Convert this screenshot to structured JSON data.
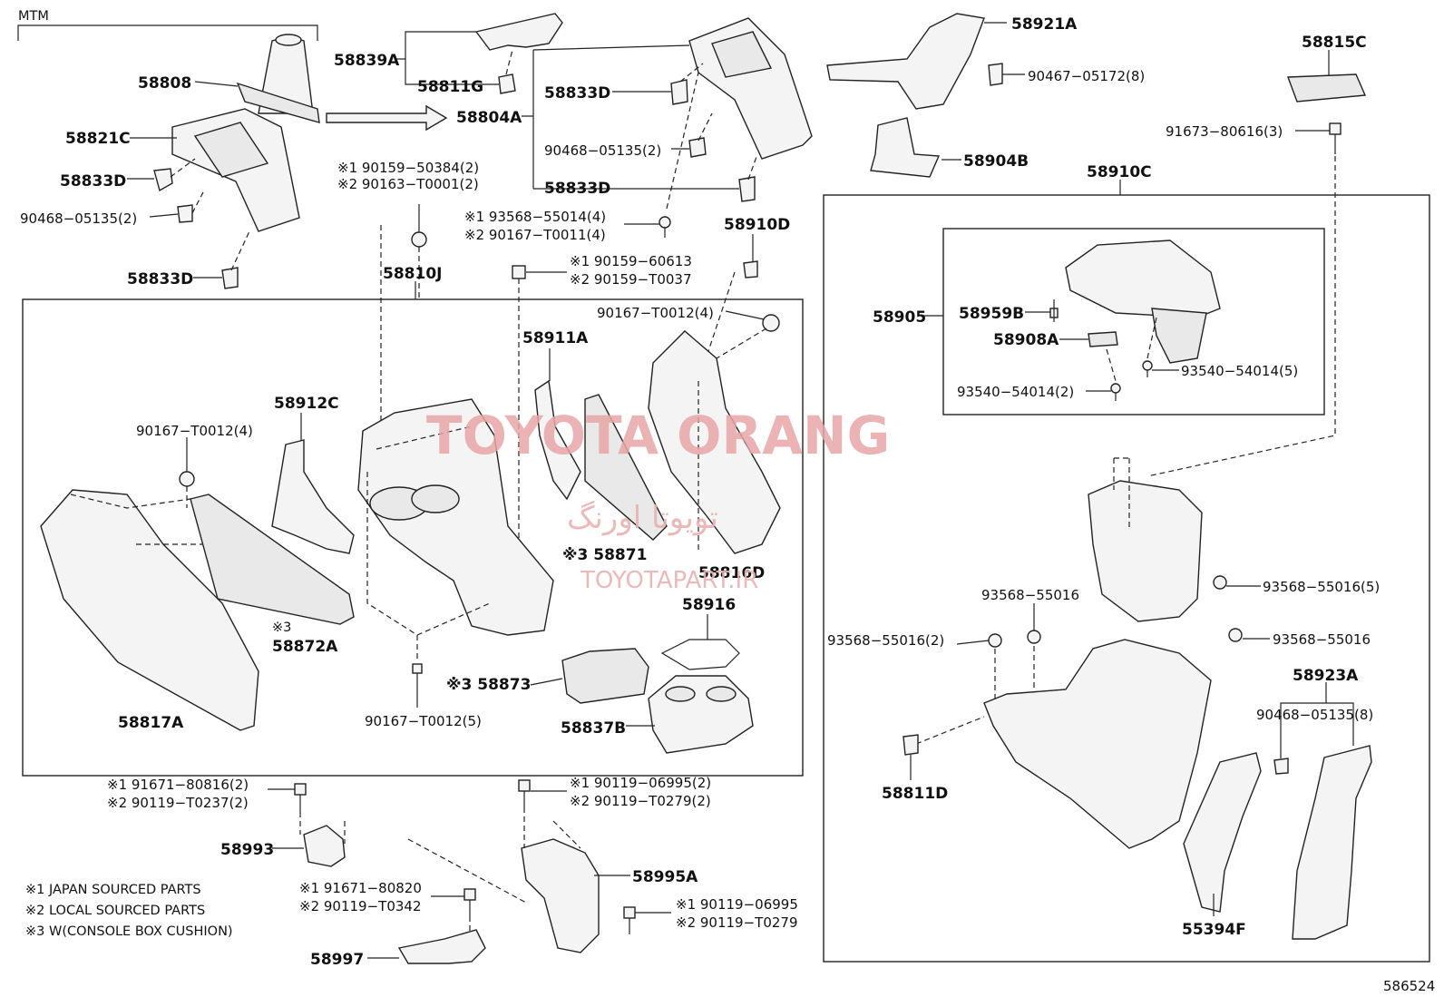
{
  "header": {
    "model": "MTM",
    "figure_code": "586524"
  },
  "watermark": {
    "main": "TOYOTA ORANG",
    "persian": "تویوتا اورنگ",
    "site": "TOYOTAPART.IR"
  },
  "notes": [
    "※1 JAPAN SOURCED PARTS",
    "※2 LOCAL SOURCED PARTS",
    "※3 W(CONSOLE BOX CUSHION)"
  ],
  "labels": {
    "p58808": "58808",
    "p58821C": "58821C",
    "p58833D_a": "58833D",
    "p90468_a": "90468−05135(2)",
    "p58833D_b": "58833D",
    "p58839A": "58839A",
    "p58811G": "58811G",
    "p58804A": "58804A",
    "p58833D_c": "58833D",
    "p90468_b": "90468−05135(2)",
    "p58833D_d": "58833D",
    "p58921A": "58921A",
    "p90467": "90467−05172(8)",
    "p58904B": "58904B",
    "p58815C": "58815C",
    "p91673": "91673−80616(3)",
    "p58910C": "58910C",
    "s1_90159_50384": "※1 90159−50384(2)",
    "s2_90163_T0001": "※2 90163−T0001(2)",
    "s1_93568_55014": "※1 93568−55014(4)",
    "s2_90167_T0011": "※2 90167−T0011(4)",
    "p58910D": "58910D",
    "s1_90159_60613": "※1 90159−60613",
    "s2_90159_T0037": "※2 90159−T0037",
    "p58810J": "58810J",
    "p90167_T0012_4a": "90167−T0012(4)",
    "p58911A": "58911A",
    "p58912C": "58912C",
    "p90167_T0012_4b": "90167−T0012(4)",
    "p58871": "※3 58871",
    "p58816D": "58816D",
    "p58916": "58916",
    "p58872A_mark": "※3",
    "p58872A": "58872A",
    "p58873": "※3 58873",
    "p58817A": "58817A",
    "p90167_T0012_5": "90167−T0012(5)",
    "p58837B": "58837B",
    "p58905": "58905",
    "p58959B": "58959B",
    "p58908A": "58908A",
    "p93540_54014_2": "93540−54014(2)",
    "p93540_54014_5": "93540−54014(5)",
    "p93568_55016_5": "93568−55016(5)",
    "p93568_55016_a": "93568−55016",
    "p93568_55016_2": "93568−55016(2)",
    "p93568_55016_b": "93568−55016",
    "p58923A": "58923A",
    "p90468_05135_8": "90468−05135(8)",
    "p58811D": "58811D",
    "p55394F": "55394F",
    "s1_91671_80816": "※1 91671−80816(2)",
    "s2_90119_T0237": "※2 90119−T0237(2)",
    "p58993": "58993",
    "s1_90119_06995_2": "※1 90119−06995(2)",
    "s2_90119_T0279_2": "※2 90119−T0279(2)",
    "p58995A": "58995A",
    "s1_91671_80820": "※1 91671−80820",
    "s2_90119_T0342": "※2 90119−T0342",
    "s1_90119_06995": "※1 90119−06995",
    "s2_90119_T0279": "※2 90119−T0279",
    "p58997": "58997"
  }
}
